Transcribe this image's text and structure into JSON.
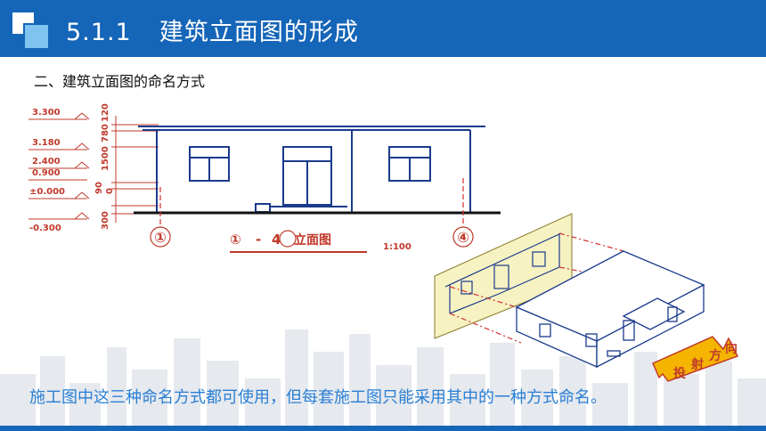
{
  "header": {
    "section_number": "5.1.1",
    "title_text": "建筑立面图的形成",
    "accent_color": "#1565b8"
  },
  "subtitle": "二、建筑立面图的命名方式",
  "elevation": {
    "levels": [
      "3.300",
      "3.180",
      "2.400",
      "0.900",
      "±0.000",
      "-0.300"
    ],
    "dims": [
      "120",
      "780",
      "1500",
      "90",
      "0",
      "300"
    ],
    "axis_left": "①",
    "axis_right": "④",
    "name_left": "①",
    "name_dash": "-",
    "name_right": "4",
    "name_suffix": "立面图",
    "scale": "1:100"
  },
  "projection": {
    "chars": [
      "投",
      "射",
      "方",
      "向"
    ]
  },
  "caption": "施工图中这三种命名方式都可使用，但每套施工图只能采用其中的一种方式命名。"
}
